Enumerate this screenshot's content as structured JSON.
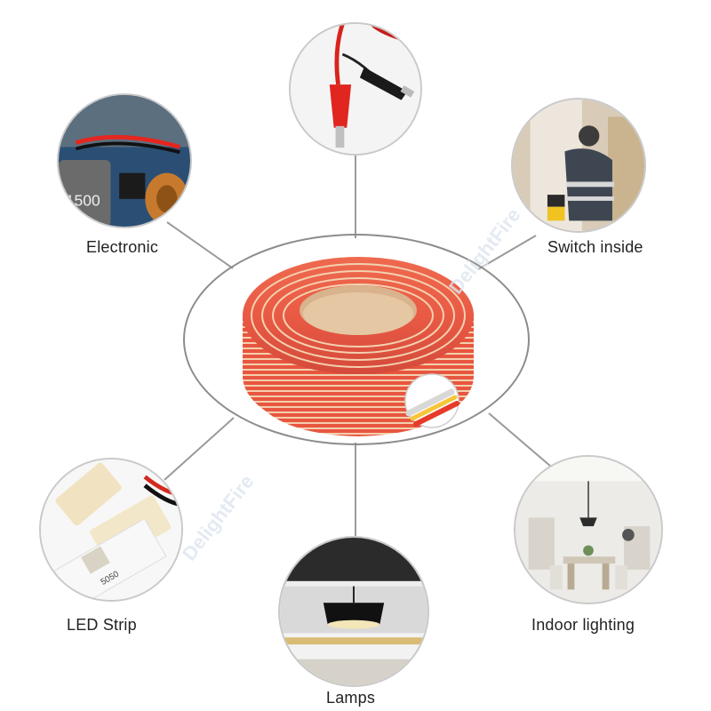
{
  "product": {
    "name": "2-core red/white flat cable",
    "accent_red": "#e0483a",
    "accent_cream": "#f2d7b7"
  },
  "applications": [
    {
      "id": "electronic",
      "label": "Electronic"
    },
    {
      "id": "alligator-clip",
      "label": ""
    },
    {
      "id": "switch-inside",
      "label": "Switch inside"
    },
    {
      "id": "led-strip",
      "label": "LED Strip"
    },
    {
      "id": "lamps",
      "label": "Lamps"
    },
    {
      "id": "indoor-lighting",
      "label": "Indoor lighting"
    }
  ],
  "watermark": "DelightFire",
  "photo_texts": {
    "capacitor": "1500",
    "pcb": "5050"
  }
}
